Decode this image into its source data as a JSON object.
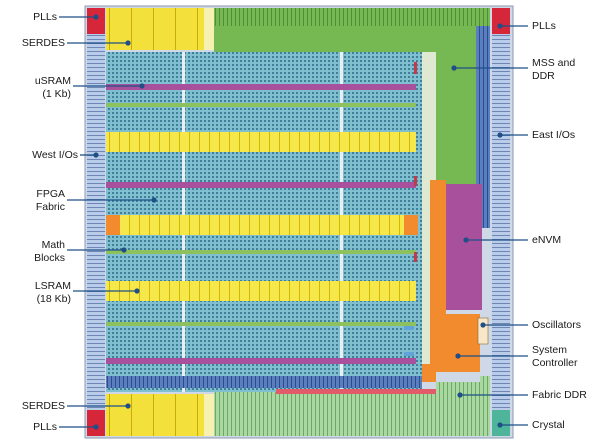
{
  "labels": {
    "left": {
      "plls_top": "PLLs",
      "serdes_top": "SERDES",
      "usram": "uSRAM\n(1 Kb)",
      "west_ios": "West I/Os",
      "fpga_fabric": "FPGA\nFabric",
      "math_blocks": "Math\nBlocks",
      "lsram": "LSRAM\n(18 Kb)",
      "serdes_bottom": "SERDES",
      "plls_bottom": "PLLs"
    },
    "right": {
      "plls": "PLLs",
      "mss_ddr": "MSS and\nDDR",
      "east_ios": "East I/Os",
      "envm": "eNVM",
      "oscillators": "Oscillators",
      "system_controller": "System\nController",
      "fabric_ddr": "Fabric DDR",
      "crystal": "Crystal"
    }
  },
  "colors": {
    "io_ring": "#a9bfe3",
    "io_line": "#6f86b4",
    "pll_red": "#d6263a",
    "serdes_yellow": "#f3e03b",
    "mss_green": "#76b852",
    "fabric_teal": "#74b5c6",
    "fabric_grid": "#3e7f98",
    "usram_magenta": "#a8509c",
    "lsram_yellow": "#f6e84a",
    "math_orange": "#f28a2e",
    "envm_purple": "#a8509c",
    "sysctrl_orange": "#f28a2e",
    "fabric_ddr_green": "#a9d9a0",
    "crystal_teal": "#4fb59a",
    "leader": "#1f4f86"
  }
}
